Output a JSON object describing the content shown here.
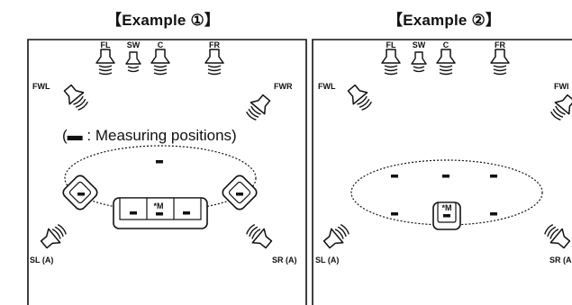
{
  "examples": [
    {
      "title": "【Example ①】"
    },
    {
      "title": "【Example ②】"
    }
  ],
  "speakers": {
    "fl": "FL",
    "sw": "SW",
    "c": "C",
    "fr": "FR",
    "fwl": "FWL",
    "fwr": "FWR",
    "fwr_cropped": "FWI",
    "sl": "SL (A)",
    "sr": "SR (A)",
    "sr_cropped": "SR (A"
  },
  "legend": {
    "text": "(▬ : Measuring positions)"
  },
  "main_position": "*M"
}
